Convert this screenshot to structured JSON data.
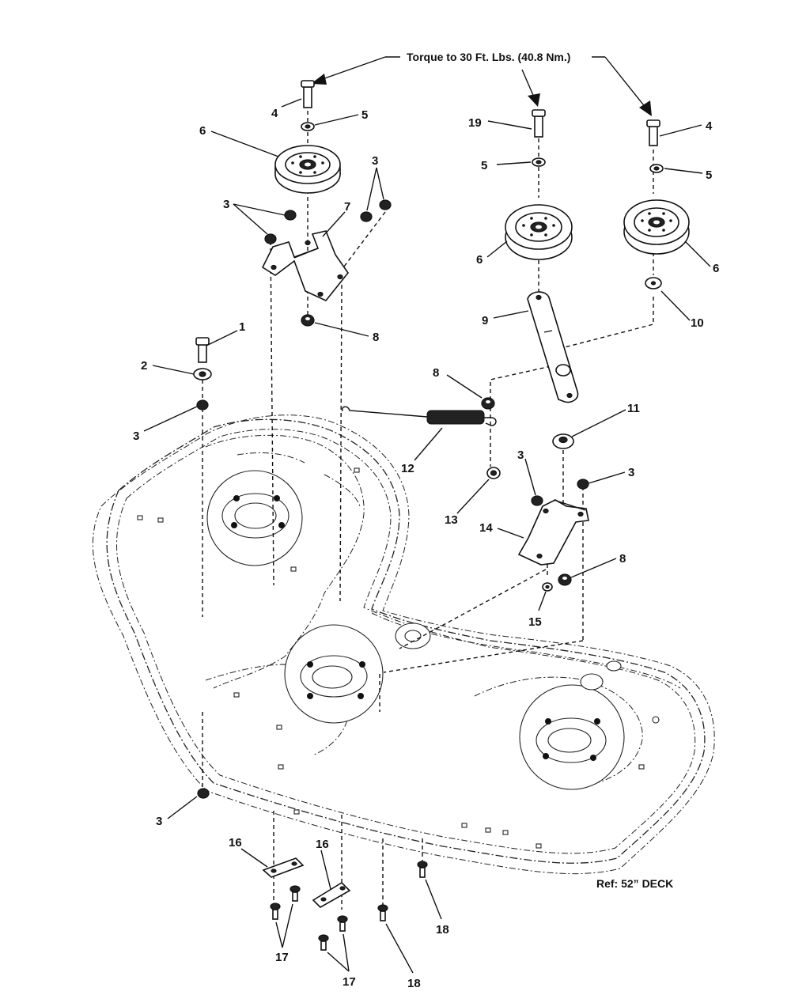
{
  "torque_note": "Torque to 30 Ft. Lbs. (40.8 Nm.)",
  "reference": "Ref: 52” DECK",
  "callouts": {
    "c4a": "4",
    "c5a": "5",
    "c6a": "6",
    "c3a": "3",
    "c3b": "3",
    "c7": "7",
    "c8a": "8",
    "c1": "1",
    "c2": "2",
    "c3c": "3",
    "c19": "19",
    "c5b": "5",
    "c6b": "6",
    "c9": "9",
    "c4b": "4",
    "c5c": "5",
    "c6c": "6",
    "c10": "10",
    "c8b": "8",
    "c12": "12",
    "c13": "13",
    "c11": "11",
    "c3d": "3",
    "c3e": "3",
    "c14": "14",
    "c8c": "8",
    "c15": "15",
    "c3f": "3",
    "c16a": "16",
    "c16b": "16",
    "c17a": "17",
    "c17b": "17",
    "c18a": "18",
    "c18b": "18"
  }
}
